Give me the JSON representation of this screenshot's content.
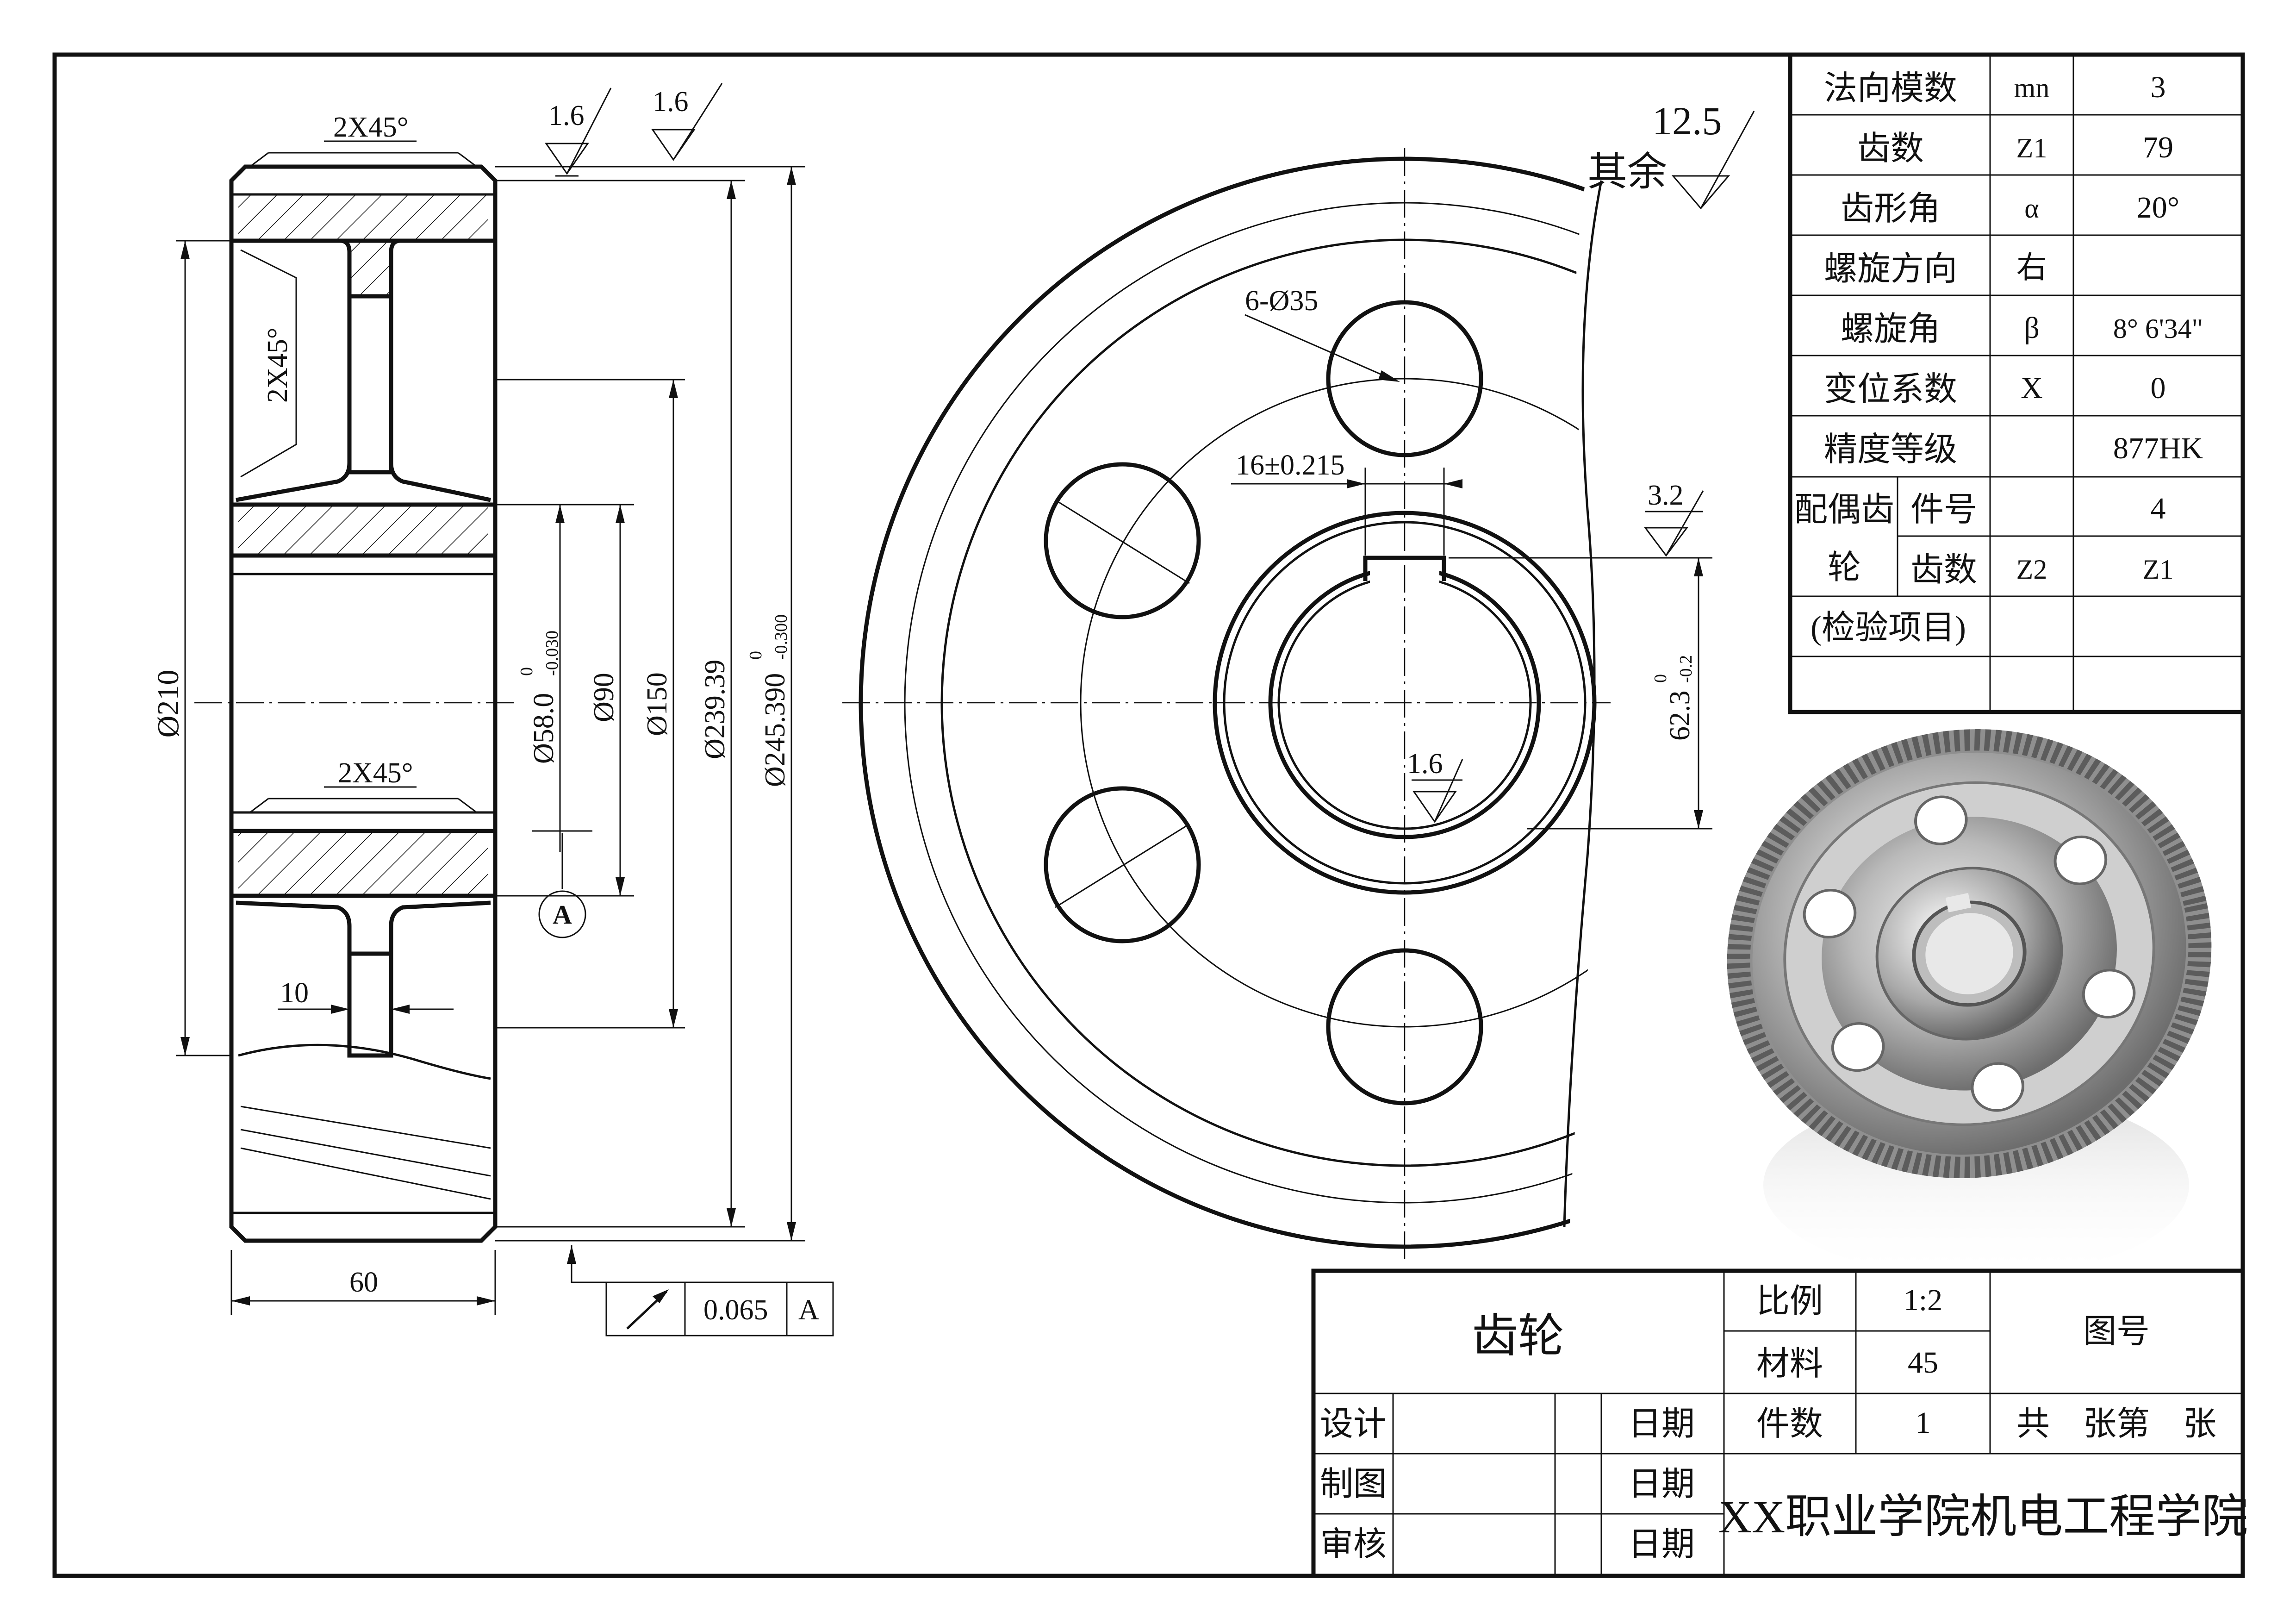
{
  "sheet": {
    "part_name": "齿轮",
    "institution": "XX职业学院机电工程学院"
  },
  "params": [
    {
      "name": "法向模数",
      "symbol": "mn",
      "value": "3"
    },
    {
      "name": "齿数",
      "symbol": "Z1",
      "value": "79"
    },
    {
      "name": "齿形角",
      "symbol": "α",
      "value": "20°"
    },
    {
      "name": "螺旋方向",
      "symbol": "右",
      "value": ""
    },
    {
      "name": "螺旋角",
      "symbol": "β",
      "value": "8° 6'34\""
    },
    {
      "name": "变位系数",
      "symbol": "X",
      "value": "0"
    },
    {
      "name": "精度等级",
      "symbol": "",
      "value": "877HK"
    }
  ],
  "mating": {
    "label_top": "配偶齿",
    "label_bottom": "轮",
    "part_no_label": "件号",
    "part_no_value": "4",
    "teeth_label": "齿数",
    "teeth_symbol": "Z2",
    "teeth_value": "Z1"
  },
  "inspection_label": "(检验项目)",
  "title_block": {
    "scale_label": "比例",
    "scale_value": "1:2",
    "material_label": "材料",
    "material_value": "45",
    "drawing_no_label": "图号",
    "qty_label": "件数",
    "qty_value": "1",
    "sheets_text": "共　张第　张",
    "design_label": "设计",
    "draw_label": "制图",
    "review_label": "审核",
    "date_label": "日期"
  },
  "roughness": {
    "general_value": "12.5",
    "general_label": "其余",
    "top1": "1.6",
    "top2": "1.6",
    "keyway_side": "3.2",
    "bore": "1.6"
  },
  "dims": {
    "chamfer_top": "2X45°",
    "chamfer_web": "2X45°",
    "chamfer_hub": "2X45°",
    "d210": "Ø210",
    "d58": "Ø58.0",
    "d58_tol_top": "0",
    "d58_tol_bot": "-0.030",
    "d90": "Ø90",
    "d150": "Ø150",
    "d239": "Ø239.39",
    "d245": "Ø245.390",
    "d245_tol_top": "0",
    "d245_tol_bot": "-0.300",
    "web_thk": "10",
    "width": "60",
    "holes": "6-Ø35",
    "keyway_width": "16±0.215",
    "keyway_depth": "62.3",
    "keyway_depth_tol_top": "0",
    "keyway_depth_tol_bot": "-0.2",
    "datum": "A"
  },
  "tolerance_frame": {
    "value": "0.065",
    "datum": "A"
  }
}
